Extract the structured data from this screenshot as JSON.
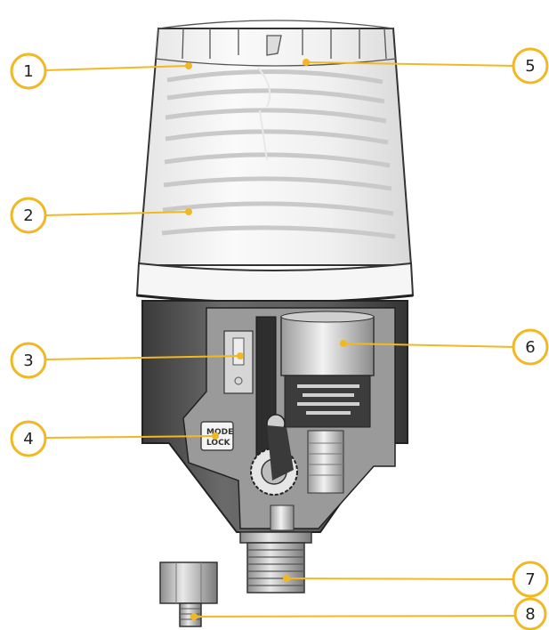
{
  "diagram": {
    "device_labels": {
      "mode_line1": "MODE",
      "mode_line2": "LOCK"
    },
    "callouts": [
      {
        "id": 1,
        "label": "1",
        "side": "left"
      },
      {
        "id": 2,
        "label": "2",
        "side": "left"
      },
      {
        "id": 3,
        "label": "3",
        "side": "left"
      },
      {
        "id": 4,
        "label": "4",
        "side": "left"
      },
      {
        "id": 5,
        "label": "5",
        "side": "right"
      },
      {
        "id": 6,
        "label": "6",
        "side": "right"
      },
      {
        "id": 7,
        "label": "7",
        "side": "right"
      },
      {
        "id": 8,
        "label": "8",
        "side": "right"
      }
    ]
  },
  "colors": {
    "callout_ring": "#F2B824",
    "callout_fill": "#FFFFFF",
    "leader_line": "#F2B824",
    "housing_dark": "#4A4A4A",
    "housing_mid": "#6E6E6E",
    "reservoir_light": "#F4F4F4",
    "metal": "#BDBDBD"
  }
}
